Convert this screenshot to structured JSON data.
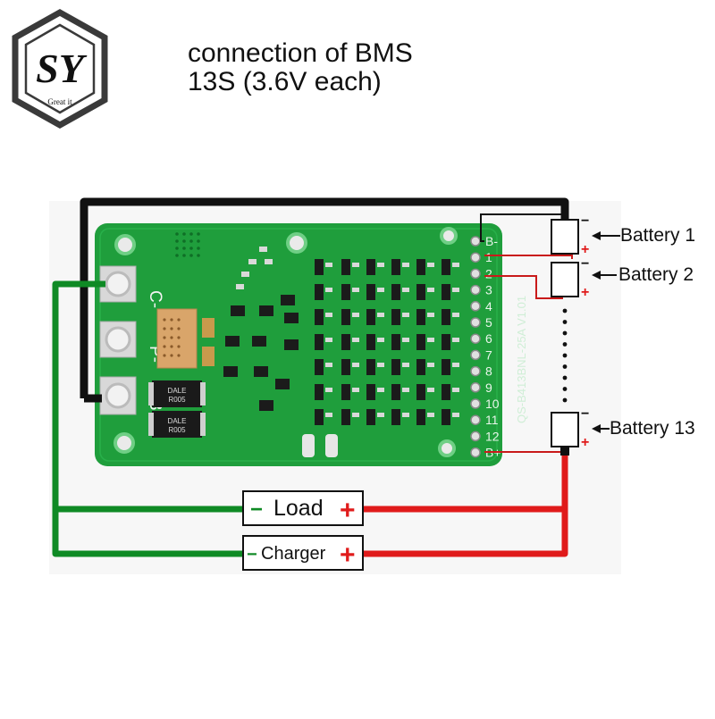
{
  "header": {
    "title_line1": "connection of BMS",
    "title_line2": "13S (3.6V each)"
  },
  "logo": {
    "monogram": "SY",
    "tagline": "Great it"
  },
  "board": {
    "pad_labels": [
      "C-",
      "P-",
      "B-"
    ],
    "header_pins": [
      "B-",
      "1",
      "2",
      "3",
      "4",
      "5",
      "6",
      "7",
      "8",
      "9",
      "10",
      "11",
      "12",
      "B+"
    ],
    "silkscreen": "QS-B413BNL-25A V1.01",
    "resistor_marking": [
      "DALE",
      "R005"
    ]
  },
  "batteries": [
    {
      "name": "Battery 1"
    },
    {
      "name": "Battery 2"
    },
    {
      "name": "Battery 13"
    }
  ],
  "boxes": {
    "load": {
      "minus": "−",
      "label": "Load",
      "plus": "+"
    },
    "charger": {
      "minus": "−",
      "label": "Charger",
      "plus": "+"
    }
  },
  "polarity": {
    "minus": "−",
    "plus": "+"
  },
  "colors": {
    "pcb": "#1f9e3c",
    "pcb_dark": "#178030",
    "negative_wire": "#0f8a25",
    "positive_wire": "#e01b1b",
    "black_wire": "#111111",
    "balance_wire": "#c91a1a",
    "logo_border": "#3a3a3a"
  }
}
